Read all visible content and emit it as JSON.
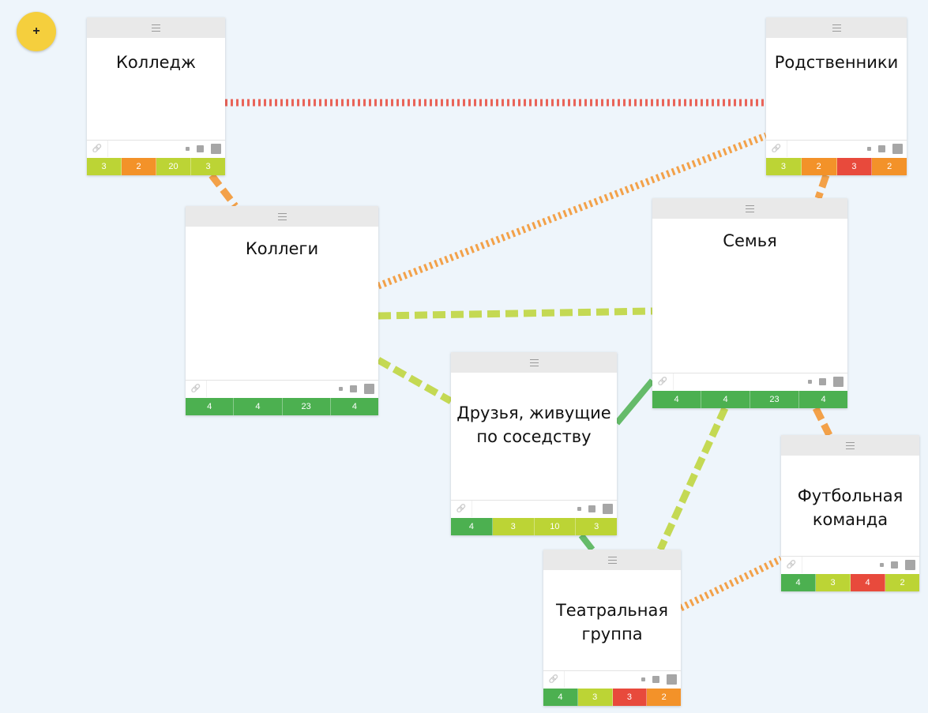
{
  "colors": {
    "background": "#eef5fb",
    "add_button": "#f5cf3d",
    "level_red": "#e84a3c",
    "level_orange": "#f39229",
    "level_lime": "#bcd435",
    "level_green": "#4cb050"
  },
  "add_button": {
    "label": "+",
    "icon": "plus-icon"
  },
  "toolbar_icons": {
    "link": "link-icon",
    "size_small": "size-small-icon",
    "size_medium": "size-medium-icon",
    "size_large": "size-large-icon",
    "drag": "drag-handle-icon"
  },
  "groups": [
    {
      "id": "college",
      "title_lines": [
        "Колледж"
      ],
      "scores": [
        "3",
        "2",
        "20",
        "3"
      ],
      "levels": [
        "lime",
        "orange",
        "lime",
        "lime"
      ]
    },
    {
      "id": "relatives",
      "title_lines": [
        "Родственники"
      ],
      "scores": [
        "3",
        "2",
        "3",
        "2"
      ],
      "levels": [
        "lime",
        "orange",
        "red",
        "orange"
      ]
    },
    {
      "id": "colleagues",
      "title_lines": [
        "Коллеги"
      ],
      "scores": [
        "4",
        "4",
        "23",
        "4"
      ],
      "levels": [
        "green",
        "green",
        "green",
        "green"
      ]
    },
    {
      "id": "family",
      "title_lines": [
        "Семья"
      ],
      "scores": [
        "4",
        "4",
        "23",
        "4"
      ],
      "levels": [
        "green",
        "green",
        "green",
        "green"
      ]
    },
    {
      "id": "neighbors",
      "title_lines": [
        "Друзья, живущие",
        "по соседству"
      ],
      "scores": [
        "4",
        "3",
        "10",
        "3"
      ],
      "levels": [
        "green",
        "lime",
        "lime",
        "lime"
      ]
    },
    {
      "id": "football",
      "title_lines": [
        "Футбольная",
        "команда"
      ],
      "scores": [
        "4",
        "3",
        "4",
        "2"
      ],
      "levels": [
        "green",
        "lime",
        "red",
        "lime"
      ]
    },
    {
      "id": "theatre",
      "title_lines": [
        "Театральная",
        "группа"
      ],
      "scores": [
        "4",
        "3",
        "3",
        "2"
      ],
      "levels": [
        "green",
        "lime",
        "red",
        "orange"
      ]
    }
  ],
  "connections": [
    {
      "from": "college",
      "to": "relatives",
      "level": "red",
      "style": "dotted"
    },
    {
      "from": "college",
      "to": "colleagues",
      "level": "orange",
      "style": "dashed"
    },
    {
      "from": "colleagues",
      "to": "relatives",
      "level": "orange",
      "style": "dotted"
    },
    {
      "from": "colleagues",
      "to": "family",
      "level": "lime",
      "style": "dashed"
    },
    {
      "from": "colleagues",
      "to": "neighbors",
      "level": "lime",
      "style": "dashed"
    },
    {
      "from": "relatives",
      "to": "family",
      "level": "orange",
      "style": "dashed"
    },
    {
      "from": "family",
      "to": "neighbors",
      "level": "green",
      "style": "solid"
    },
    {
      "from": "family",
      "to": "football",
      "level": "orange",
      "style": "dashed"
    },
    {
      "from": "family",
      "to": "theatre",
      "level": "lime",
      "style": "dashed"
    },
    {
      "from": "neighbors",
      "to": "theatre",
      "level": "green",
      "style": "solid"
    },
    {
      "from": "theatre",
      "to": "football",
      "level": "orange",
      "style": "dotted"
    }
  ]
}
